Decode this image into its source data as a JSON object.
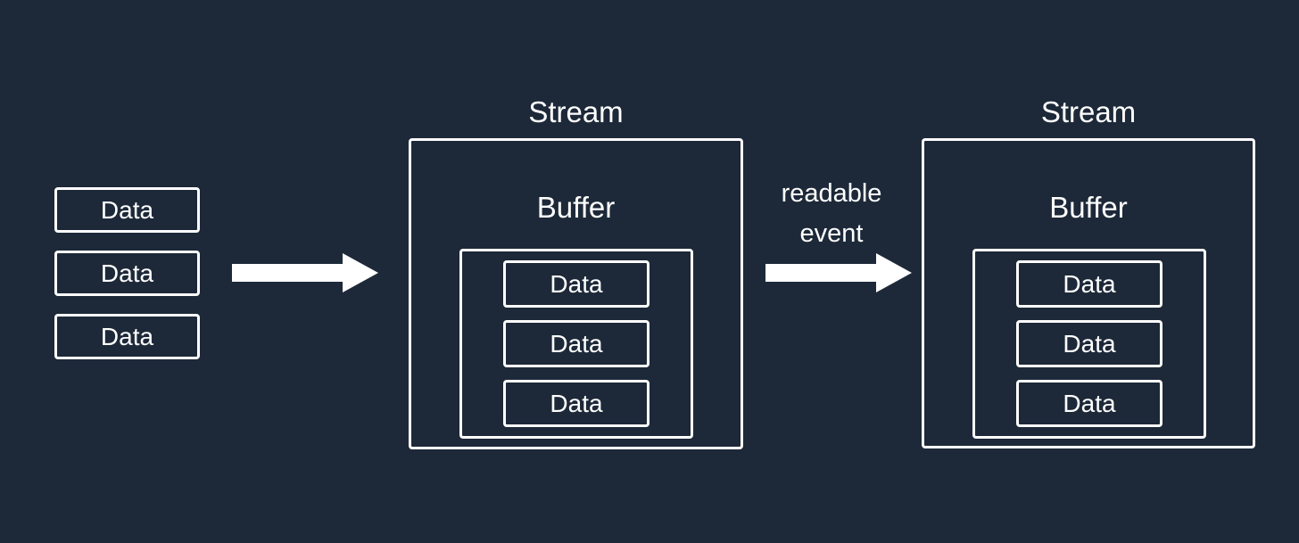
{
  "colors": {
    "background": "#1d2939",
    "stroke": "#ffffff",
    "text": "#ffffff"
  },
  "source_items": [
    "Data",
    "Data",
    "Data"
  ],
  "event_label": {
    "line1": "readable",
    "line2": "event"
  },
  "streams": [
    {
      "title": "Stream",
      "buffer_label": "Buffer",
      "items": [
        "Data",
        "Data",
        "Data"
      ]
    },
    {
      "title": "Stream",
      "buffer_label": "Buffer",
      "items": [
        "Data",
        "Data",
        "Data"
      ]
    }
  ]
}
